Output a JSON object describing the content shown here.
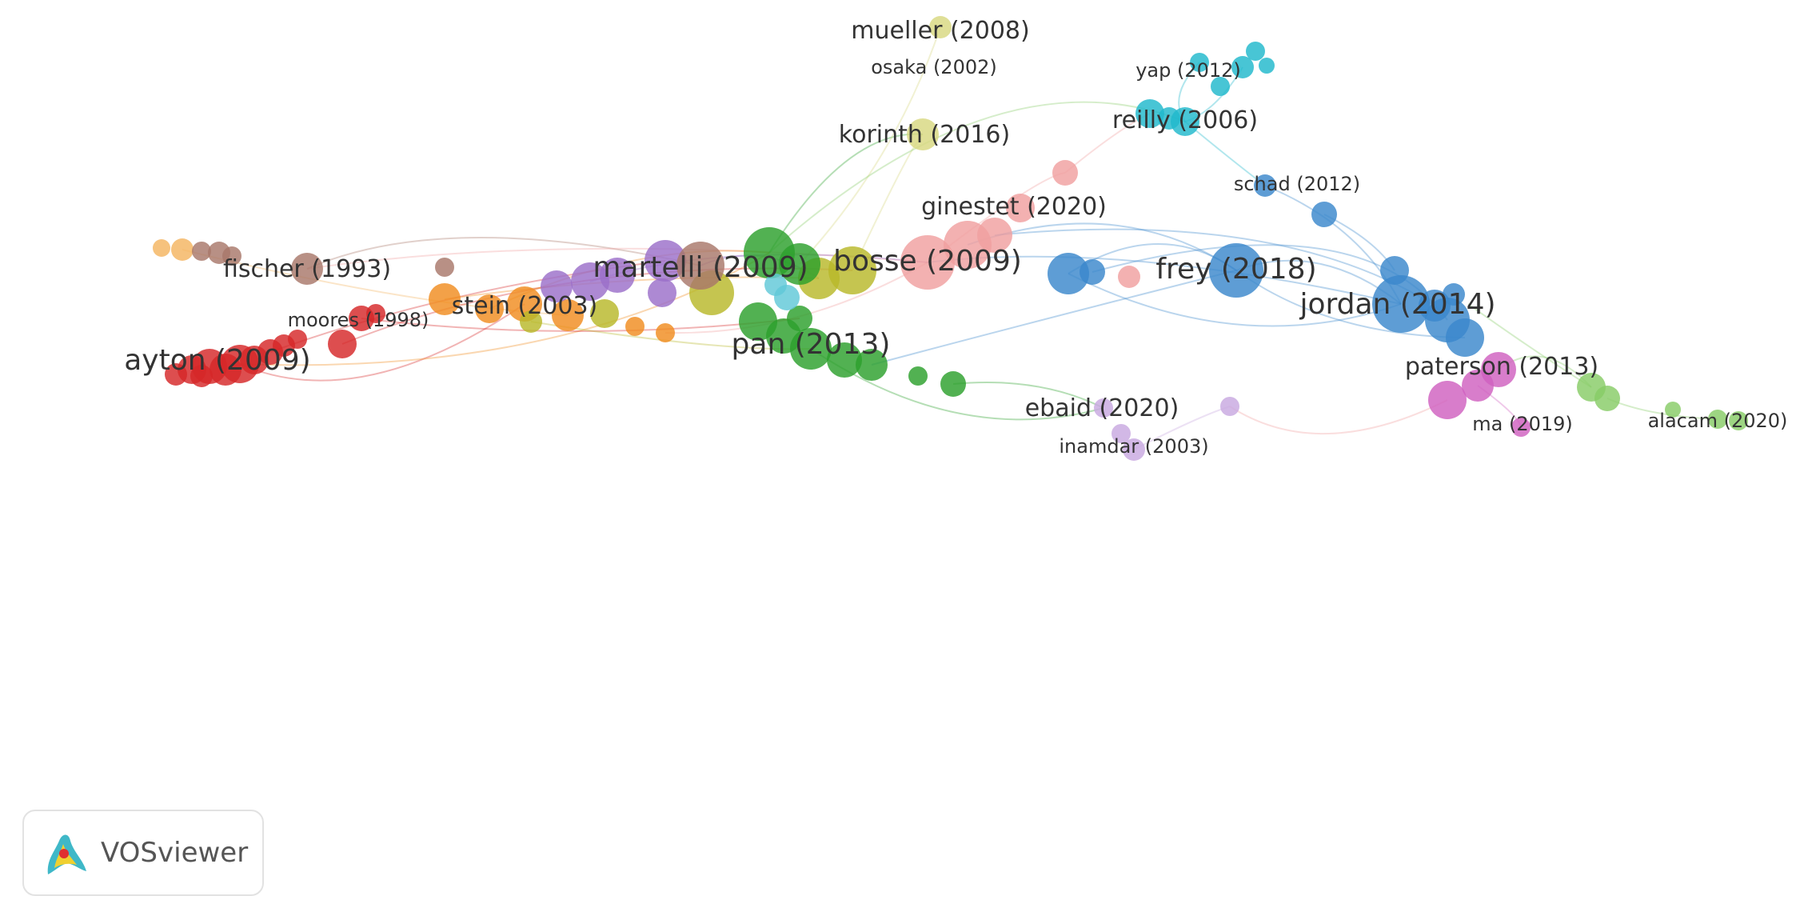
{
  "brand": {
    "name": "VOSviewer"
  },
  "colors": {
    "red": "#d62728",
    "brown": "#a8786a",
    "orange": "#f08c20",
    "peach": "#f4b460",
    "purple": "#9b6fc9",
    "olive": "#b8b82a",
    "green": "#2ca02c",
    "pink": "#f0a0a0",
    "blue": "#3a88cc",
    "cyan": "#20b8cc",
    "khaki": "#d8d880",
    "lightpurple": "#c8a8e0",
    "magenta": "#d060c0",
    "lightgreen": "#88cc66",
    "teal": "#60c8d8"
  },
  "labels": [
    {
      "id": "mueller",
      "text": "mueller (2008)",
      "size": "m"
    },
    {
      "id": "osaka",
      "text": "osaka (2002)",
      "size": "s"
    },
    {
      "id": "yap",
      "text": "yap (2012)",
      "size": "s"
    },
    {
      "id": "reilly",
      "text": "reilly (2006)",
      "size": "m"
    },
    {
      "id": "korinth",
      "text": "korinth (2016)",
      "size": "m"
    },
    {
      "id": "schad",
      "text": "schad (2012)",
      "size": "s"
    },
    {
      "id": "ginestet",
      "text": "ginestet (2020)",
      "size": "m"
    },
    {
      "id": "fischer",
      "text": "fischer (1993)",
      "size": "m"
    },
    {
      "id": "martelli",
      "text": "martelli (2009)",
      "size": "l"
    },
    {
      "id": "bosse",
      "text": "bosse (2009)",
      "size": "l"
    },
    {
      "id": "frey",
      "text": "frey (2018)",
      "size": "l"
    },
    {
      "id": "jordan",
      "text": "jordan (2014)",
      "size": "l"
    },
    {
      "id": "moores",
      "text": "moores (1998)",
      "size": "s"
    },
    {
      "id": "stein",
      "text": "stein (2003)",
      "size": "m"
    },
    {
      "id": "ayton",
      "text": "ayton (2009)",
      "size": "l"
    },
    {
      "id": "pan",
      "text": "pan (2013)",
      "size": "l"
    },
    {
      "id": "paterson",
      "text": "paterson (2013)",
      "size": "m"
    },
    {
      "id": "ebaid",
      "text": "ebaid (2020)",
      "size": "m"
    },
    {
      "id": "ma",
      "text": "ma (2019)",
      "size": "s"
    },
    {
      "id": "alacam",
      "text": "alacam (2020)",
      "size": "s"
    },
    {
      "id": "inamdar",
      "text": "inamdar (2003)",
      "size": "s"
    }
  ]
}
